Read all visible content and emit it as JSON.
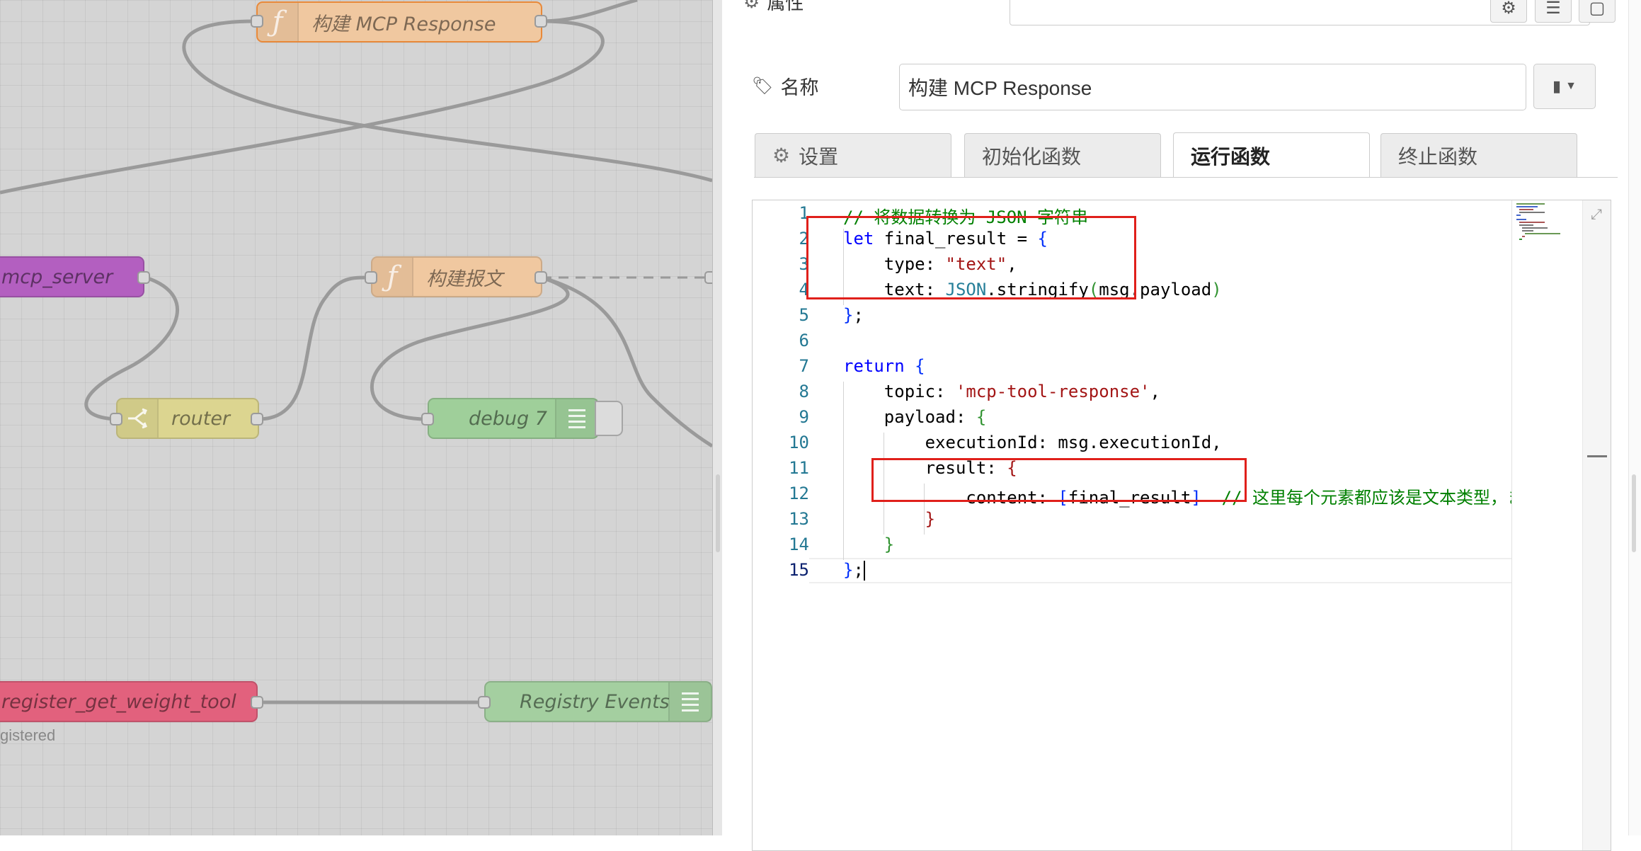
{
  "canvas": {
    "nodes": {
      "build_mcp_response": "构建 MCP Response",
      "mcp_server": "mcp_server",
      "build_message": "构建报文",
      "router": "router",
      "debug": "debug 7",
      "register_tool": "register_get_weight_tool",
      "registry_events": "Registry Events"
    },
    "status_text": "gistered",
    "colors": {
      "function_node": "#f0c8a0",
      "mcp_server_node": "#b35fc0",
      "router_node": "#dcd590",
      "debug_node": "#9fcf9a",
      "register_node": "#e2617d",
      "registry_events_node": "#a4cfa0",
      "grid": "#d4d4d4"
    }
  },
  "panel": {
    "header_title": "属性",
    "name_label": "名称",
    "name_value": "构建 MCP Response",
    "tabs": [
      {
        "label": "设置",
        "icon": "gear-icon",
        "active": false
      },
      {
        "label": "初始化函数",
        "active": false
      },
      {
        "label": "运行函数",
        "active": true
      },
      {
        "label": "终止函数",
        "active": false
      }
    ],
    "editor": {
      "line_numbers": [
        "1",
        "2",
        "3",
        "4",
        "5",
        "6",
        "7",
        "8",
        "9",
        "10",
        "11",
        "12",
        "13",
        "14",
        "15"
      ],
      "current_line": 15,
      "lines": {
        "l1": "// 将数据转换为 JSON 字符串",
        "l2_kw": "let",
        "l2_rest": " final_result = ",
        "l2_brace": "{",
        "l3_key": "    type: ",
        "l3_str": "\"text\"",
        "l3_end": ",",
        "l4_key": "    text: ",
        "l4_json": "JSON",
        "l4_rest": ".stringify",
        "l4_po": "(",
        "l4_arg": "msg.payload",
        "l4_pc": ")",
        "l5_brace": "}",
        "l5_end": ";",
        "l7_kw": "return",
        "l7_brace": "{",
        "l8_key": "    topic: ",
        "l8_str": "'mcp-tool-response'",
        "l8_end": ",",
        "l9_key": "    payload: ",
        "l9_brace": "{",
        "l10": "        executionId: msg.executionId,",
        "l11_key": "        result: ",
        "l11_brace": "{",
        "l12_key": "            content: ",
        "l12_bo": "[",
        "l12_val": "final_result",
        "l12_bc": "]",
        "l12_cm": "  // 这里每个元素都应该是文本类型，ま",
        "l13_brace": "        }",
        "l14_brace": "    }",
        "l15_brace": "}",
        "l15_end": ";"
      }
    },
    "annotation_color": "#e0201b"
  }
}
